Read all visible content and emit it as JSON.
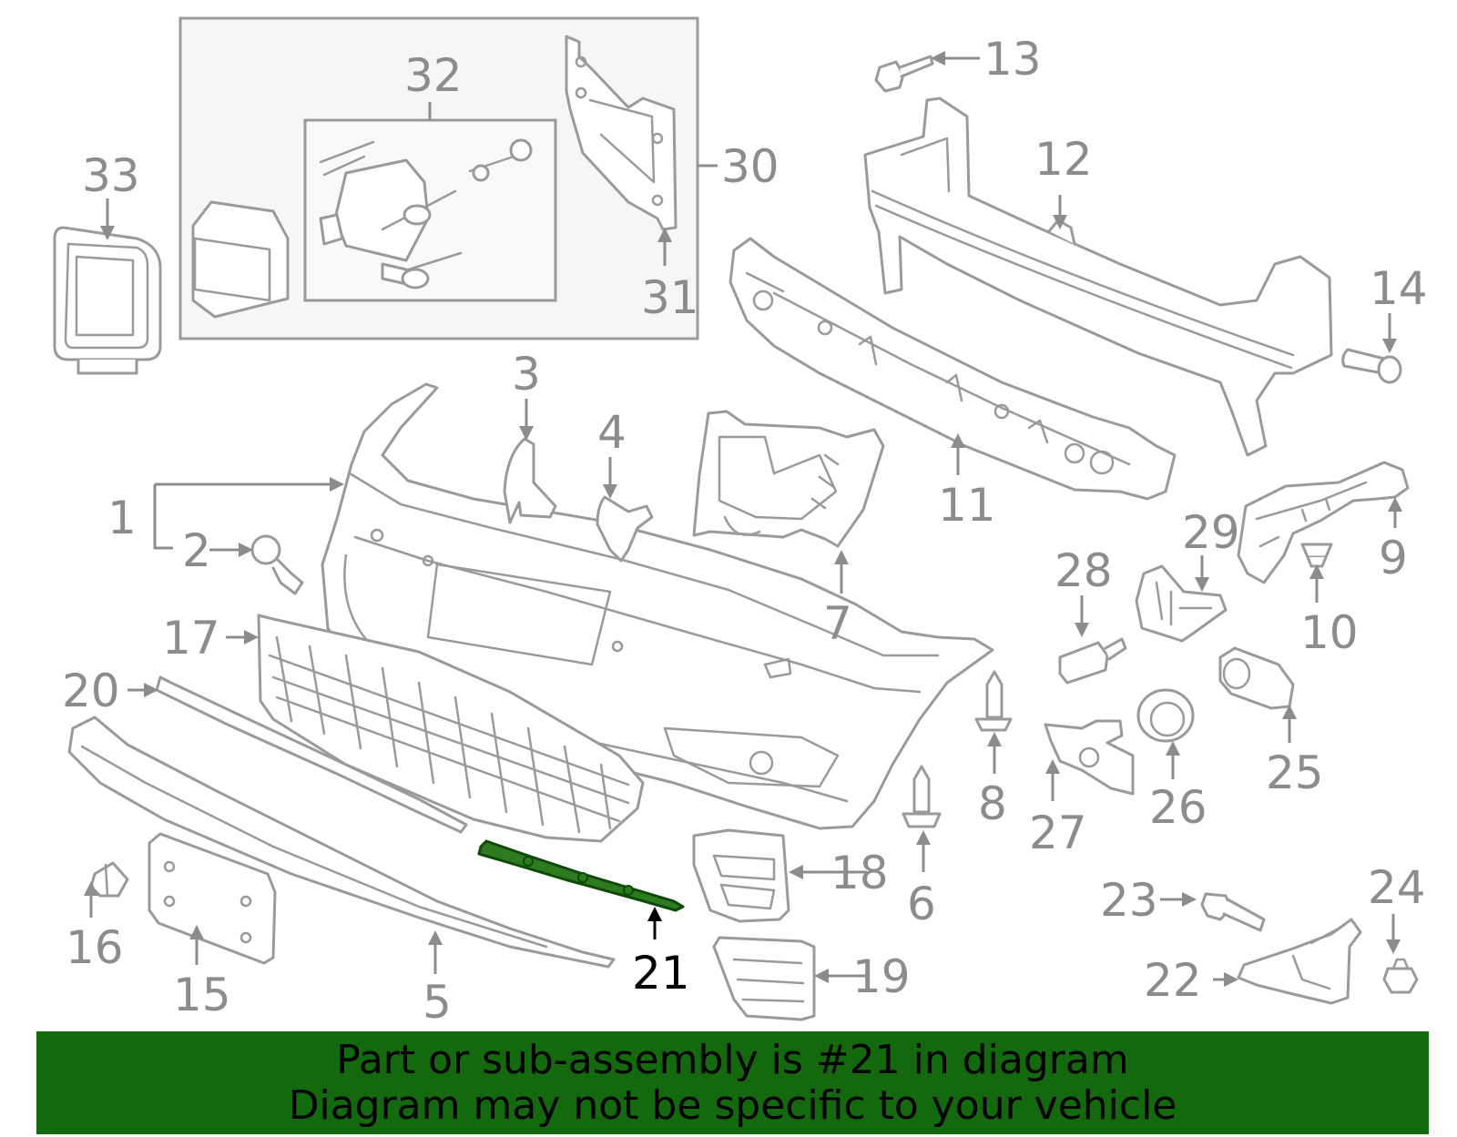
{
  "highlight_color": "#14690e",
  "highlighted_part": "21",
  "labels": [
    {
      "id": "1",
      "text": "1"
    },
    {
      "id": "2",
      "text": "2"
    },
    {
      "id": "3",
      "text": "3"
    },
    {
      "id": "4",
      "text": "4"
    },
    {
      "id": "5",
      "text": "5"
    },
    {
      "id": "6",
      "text": "6"
    },
    {
      "id": "7",
      "text": "7"
    },
    {
      "id": "8",
      "text": "8"
    },
    {
      "id": "9",
      "text": "9"
    },
    {
      "id": "10",
      "text": "10"
    },
    {
      "id": "11",
      "text": "11"
    },
    {
      "id": "12",
      "text": "12"
    },
    {
      "id": "13",
      "text": "13"
    },
    {
      "id": "14",
      "text": "14"
    },
    {
      "id": "15",
      "text": "15"
    },
    {
      "id": "16",
      "text": "16"
    },
    {
      "id": "17",
      "text": "17"
    },
    {
      "id": "18",
      "text": "18"
    },
    {
      "id": "19",
      "text": "19"
    },
    {
      "id": "20",
      "text": "20"
    },
    {
      "id": "21",
      "text": "21"
    },
    {
      "id": "22",
      "text": "22"
    },
    {
      "id": "23",
      "text": "23"
    },
    {
      "id": "24",
      "text": "24"
    },
    {
      "id": "25",
      "text": "25"
    },
    {
      "id": "26",
      "text": "26"
    },
    {
      "id": "27",
      "text": "27"
    },
    {
      "id": "28",
      "text": "28"
    },
    {
      "id": "29",
      "text": "29"
    },
    {
      "id": "30",
      "text": "30"
    },
    {
      "id": "31",
      "text": "31"
    },
    {
      "id": "32",
      "text": "32"
    },
    {
      "id": "33",
      "text": "33"
    }
  ],
  "banner": {
    "line1": "Part or sub-assembly is #21 in diagram",
    "line2": "Diagram may not be specific to your vehicle"
  }
}
